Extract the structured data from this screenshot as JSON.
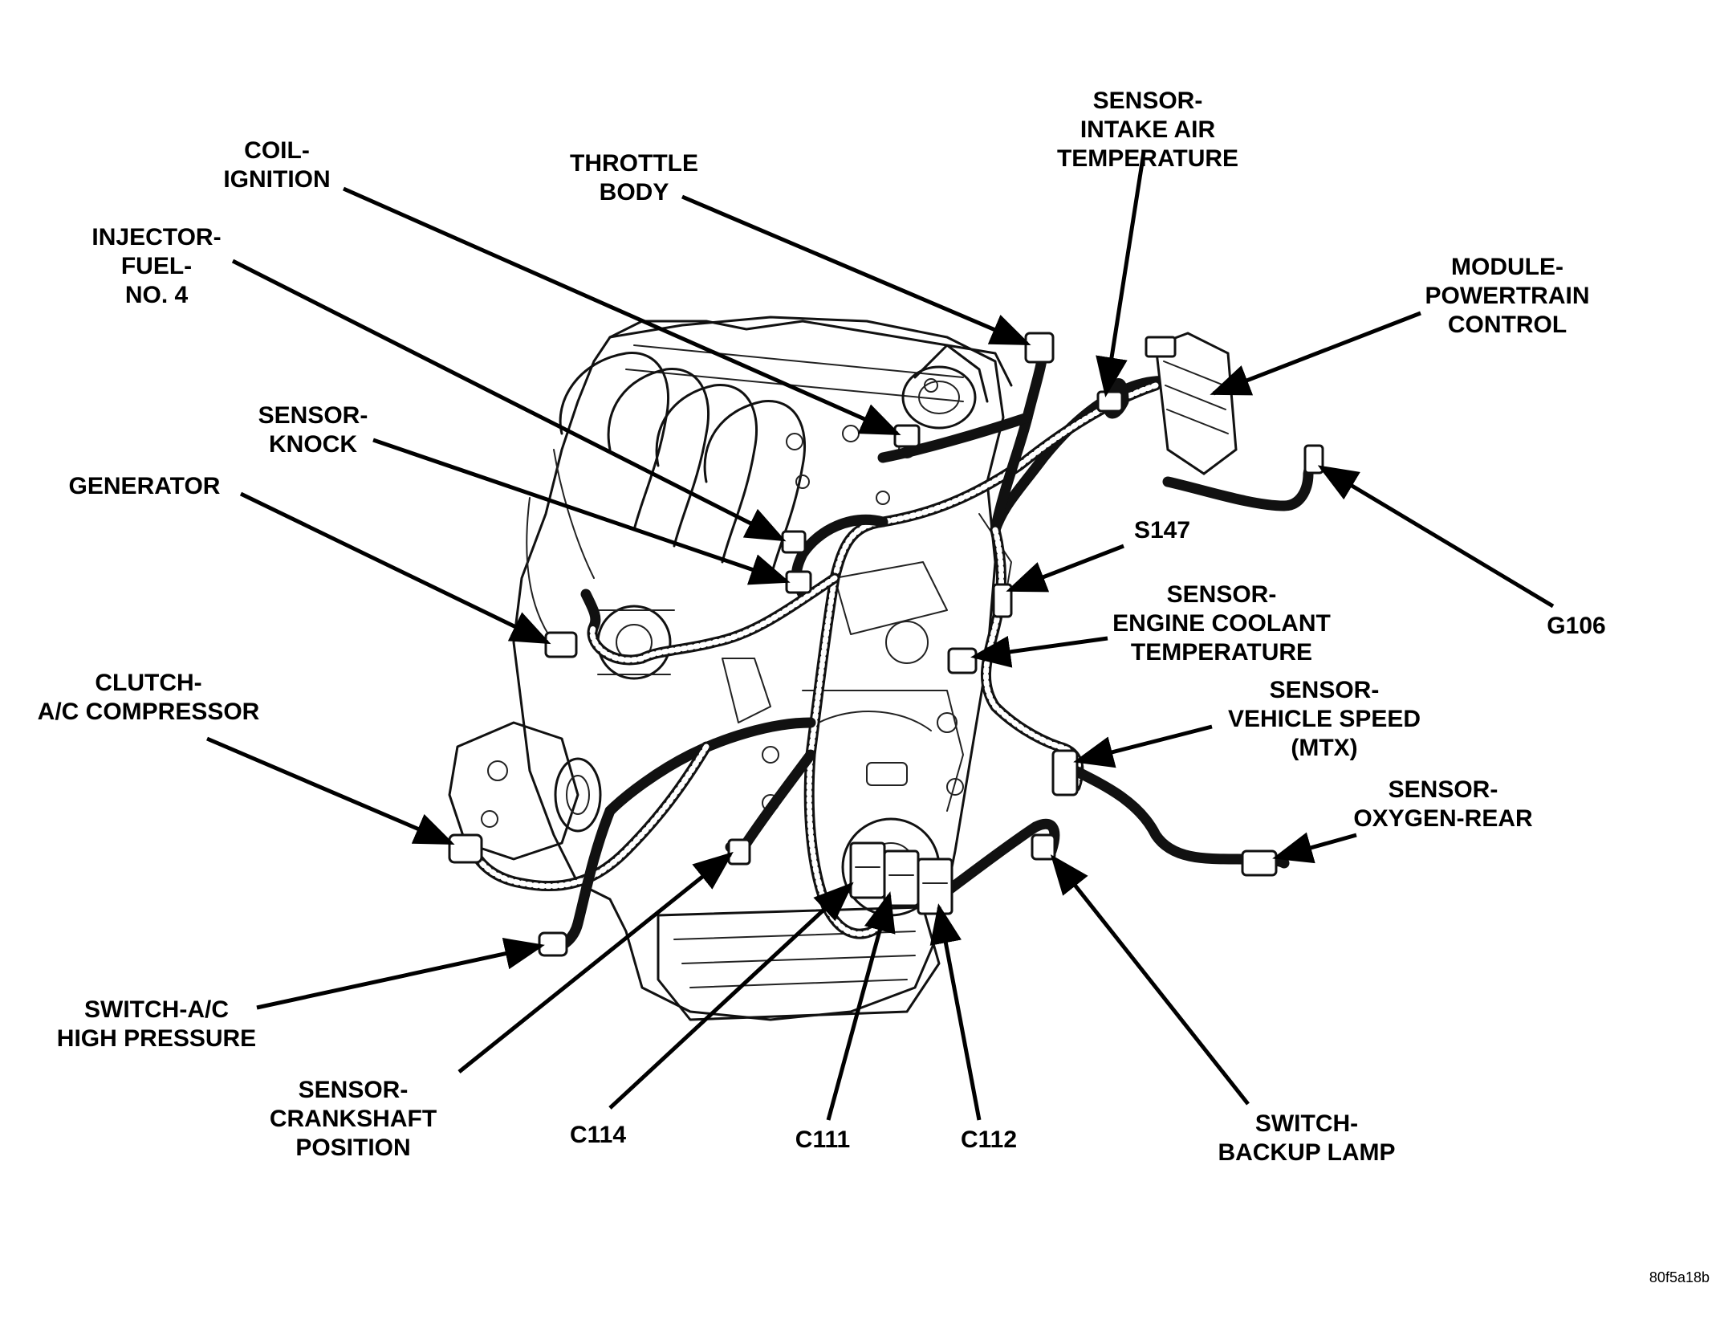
{
  "labels": {
    "sensor_intake_air_temperature": [
      "SENSOR-",
      "INTAKE AIR",
      "TEMPERATURE"
    ],
    "coil_ignition": [
      "COIL-",
      "IGNITION"
    ],
    "throttle_body": [
      "THROTTLE",
      "BODY"
    ],
    "injector_fuel_no4": [
      "INJECTOR-",
      "FUEL-",
      "NO. 4"
    ],
    "module_powertrain_control": [
      "MODULE-",
      "POWERTRAIN",
      "CONTROL"
    ],
    "sensor_knock": [
      "SENSOR-",
      "KNOCK"
    ],
    "generator": [
      "GENERATOR"
    ],
    "s147": [
      "S147"
    ],
    "sensor_engine_coolant_temperature": [
      "SENSOR-",
      "ENGINE COOLANT",
      "TEMPERATURE"
    ],
    "g106": [
      "G106"
    ],
    "clutch_ac_compressor": [
      "CLUTCH-",
      "A/C COMPRESSOR"
    ],
    "sensor_vehicle_speed": [
      "SENSOR-",
      "VEHICLE SPEED",
      "(MTX)"
    ],
    "sensor_oxygen_rear": [
      "SENSOR-",
      "OXYGEN-REAR"
    ],
    "switch_ac_high_pressure": [
      "SWITCH-A/C",
      "HIGH PRESSURE"
    ],
    "sensor_crankshaft_position": [
      "SENSOR-",
      "CRANKSHAFT",
      "POSITION"
    ],
    "c114": [
      "C114"
    ],
    "c111": [
      "C111"
    ],
    "c112": [
      "C112"
    ],
    "switch_backup_lamp": [
      "SWITCH-",
      "BACKUP LAMP"
    ]
  },
  "figure_id": "80f5a18b"
}
